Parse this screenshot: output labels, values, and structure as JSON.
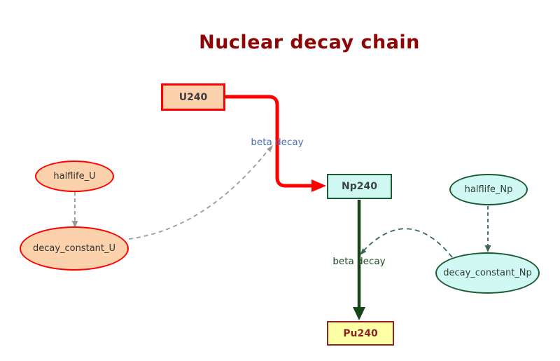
{
  "title": "Nuclear decay chain",
  "nodes": {
    "u240": {
      "label": "U240",
      "shape": "box"
    },
    "halflife_u": {
      "label": "halflife_U",
      "shape": "ellipse"
    },
    "decay_constant_u": {
      "label": "decay_constant_U",
      "shape": "ellipse"
    },
    "np240": {
      "label": "Np240",
      "shape": "box"
    },
    "halflife_np": {
      "label": "halflife_Np",
      "shape": "ellipse"
    },
    "decay_constant_np": {
      "label": "decay_constant_Np",
      "shape": "ellipse"
    },
    "pu240": {
      "label": "Pu240",
      "shape": "box"
    }
  },
  "edges": {
    "u240_to_np240": {
      "from": "U240",
      "to": "Np240",
      "label": "beta decay",
      "style": "bold"
    },
    "np240_to_pu240": {
      "from": "Np240",
      "to": "Pu240",
      "label": "beta decay",
      "style": "bold"
    },
    "halflife_u_to_decay_constant_u": {
      "from": "halflife_U",
      "to": "decay_constant_U",
      "label": "",
      "style": "dashed"
    },
    "decay_constant_u_to_u240_decay": {
      "from": "decay_constant_U",
      "to": "beta decay (U)",
      "label": "",
      "style": "dashed"
    },
    "halflife_np_to_decay_constant_np": {
      "from": "halflife_Np",
      "to": "decay_constant_Np",
      "label": "",
      "style": "dashed"
    },
    "decay_constant_np_to_np240_decay": {
      "from": "decay_constant_Np",
      "to": "beta decay (Np)",
      "label": "",
      "style": "dashed"
    }
  },
  "colors": {
    "title_text": "#8E0505",
    "uranium_fill": "#FBD2AC",
    "uranium_border": "#FF0000",
    "neptunium_fill": "#CFF9F2",
    "neptunium_border": "#1B5A33",
    "plutonium_fill": "#FFFFA6",
    "plutonium_border": "#8B2525",
    "u_decay_edge": "#FF0000",
    "np_decay_edge": "#1A4519",
    "u_param_edge": "#9A9A9A",
    "np_param_edge": "#3A6B4F",
    "u_decay_label": "#4A6CB3",
    "np_decay_label": "#1D4A24"
  }
}
